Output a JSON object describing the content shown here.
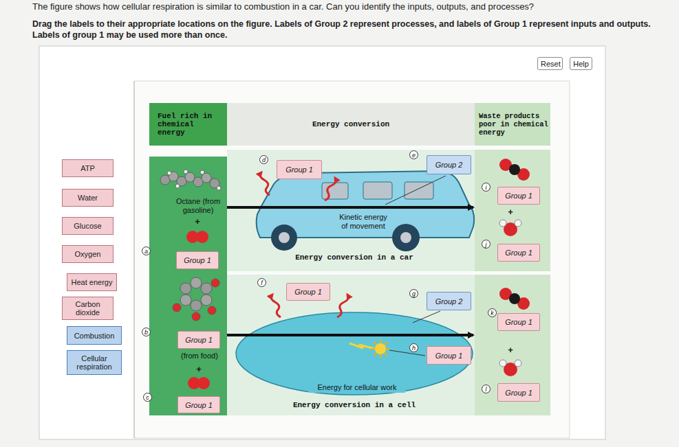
{
  "diagram": {
    "nodes": [
      {
        "text": [
          "Reset"
        ]
      },
      {
        "text": [
          "Help"
        ]
      },
      {
        "text": [
          "ATP"
        ]
      },
      {
        "text": [
          "Water"
        ]
      },
      {
        "text": [
          "Glucose"
        ]
      },
      {
        "text": [
          "Oxygen"
        ]
      },
      {
        "text": [
          "Heat energy"
        ]
      },
      {
        "text": [
          "Carbon dioxide"
        ]
      },
      {
        "text": [
          "Combustion"
        ]
      },
      {
        "text": [
          "Cellular respiration"
        ]
      },
      {
        "text": [
          "Fuel rich in chemical energy"
        ]
      },
      {
        "text": [
          "Energy conversion"
        ]
      },
      {
        "text": [
          "Waste products poor in chemical energy"
        ]
      },
      {
        "text": [
          "Group 1"
        ]
      },
      {
        "text": [
          "Group 2"
        ]
      },
      {
        "text": [
          "Group 1"
        ]
      },
      {
        "text": [
          "Group 1"
        ]
      },
      {
        "text": [
          "Group 1"
        ]
      },
      {
        "text": [
          "Group 1"
        ]
      },
      {
        "text": [
          "Group 2"
        ]
      },
      {
        "text": [
          "Group 1"
        ]
      },
      {
        "text": [
          "Group 1"
        ]
      },
      {
        "text": [
          "Group 1"
        ]
      },
      {
        "text": [
          "Group 1"
        ]
      },
      {
        "text": [
          "Group 1"
        ]
      }
    ],
    "labels": [
      "The figure shows how cellular respiration is similar to combustion in a car. Can you identify the inputs, outputs, and processes?",
      "Drag the labels to their appropriate locations on the figure. Labels of Group 2 represent processes, and labels of Group 1 represent inputs and outputs. Labels of group 1 may be used more than once.",
      "Octane (from gasoline)",
      "+",
      "(from food)",
      "+",
      "+",
      "+",
      "Kinetic energy of movement",
      "Energy conversion in a car",
      "Energy for cellular work",
      "Energy conversion in a cell",
      "a",
      "b",
      "c",
      "d",
      "e",
      "f",
      "g",
      "h",
      "i",
      "j",
      "k",
      "l"
    ]
  }
}
